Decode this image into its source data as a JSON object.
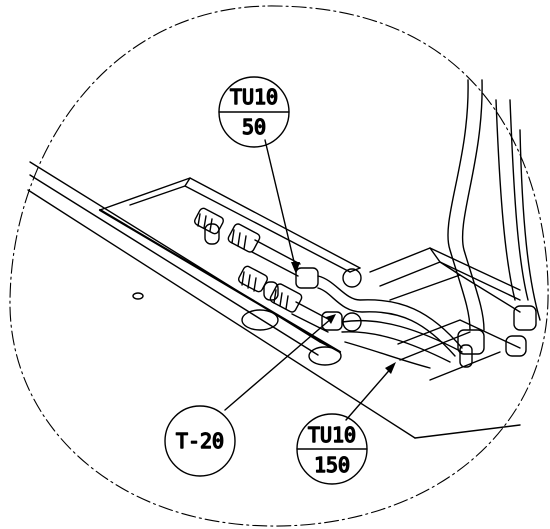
{
  "callouts": [
    {
      "top": "TU10",
      "bottom": "50"
    },
    {
      "label": "T-20"
    },
    {
      "top": "TU10",
      "bottom": "150"
    }
  ],
  "colors": {
    "line": "#000000",
    "background": "#ffffff"
  }
}
